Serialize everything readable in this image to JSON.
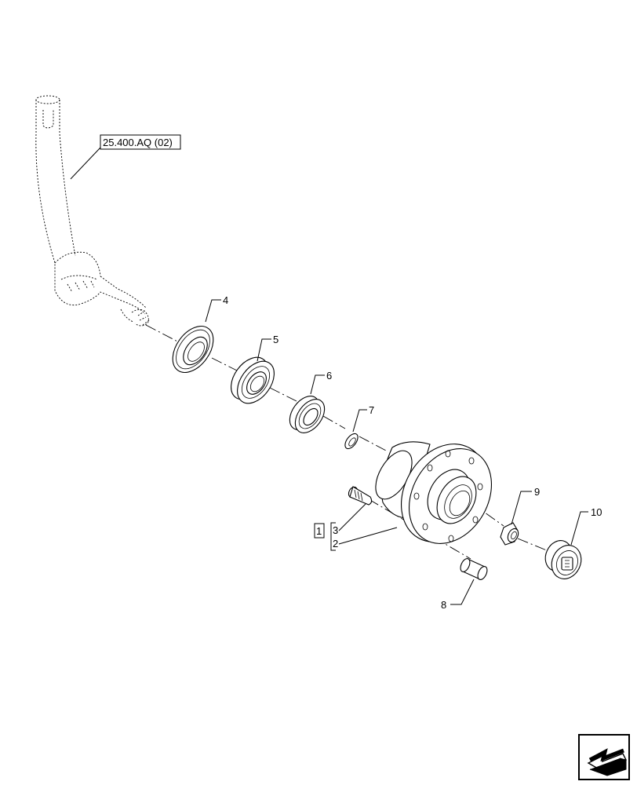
{
  "diagram": {
    "reference_label": "25.400.AQ (02)",
    "kit_label": "1",
    "callouts": {
      "c2": "2",
      "c3": "3",
      "c4": "4",
      "c5": "5",
      "c6": "6",
      "c7": "7",
      "c8": "8",
      "c9": "9",
      "c10": "10"
    },
    "nav_icon": "arrow-next-page-icon"
  }
}
